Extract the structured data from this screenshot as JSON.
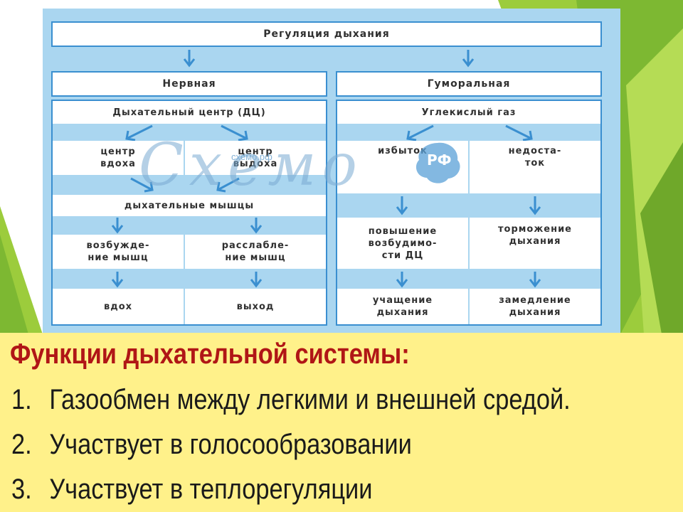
{
  "colors": {
    "green_light": "#9ccc3c",
    "green_dark": "#6fa82a",
    "diagram_bg": "#aad6f0",
    "box_border": "#3a8fd0",
    "arrow": "#3a8fd0",
    "yellow": "#fff18a",
    "title_red": "#b01616"
  },
  "diagram": {
    "title": "Регуляция дыхания",
    "left": {
      "heading": "Нервная",
      "center": "Дыхательный центр (ДЦ)",
      "inhale_center": "центр\nвдоха",
      "exhale_center": "центр\nвыдоха",
      "muscles": "дыхательные мышцы",
      "excite": "возбужде-\nние мышц",
      "relax": "расслабле-\nние мышц",
      "inhale": "вдох",
      "exhale": "выход"
    },
    "right": {
      "heading": "Гуморальная",
      "co2": "Углекислый газ",
      "excess": "избыток",
      "lack": "недоста-\nток",
      "increase": "повышение\nвозбудимо-\nсти ДЦ",
      "inhibit": "торможение\nдыхания",
      "faster": "учащение\nдыхания",
      "slower": "замедление\nдыхания"
    },
    "watermark": "Схемо",
    "watermark_url": "схемо.рф",
    "watermark_badge": "РФ"
  },
  "functions": {
    "title": "Функции дыхательной системы:",
    "items": [
      {
        "num": "1.",
        "text": "Газообмен между легкими и внешней средой."
      },
      {
        "num": "2.",
        "text": "Участвует в голосообразовании"
      },
      {
        "num": "3.",
        "text": "Участвует в теплорегуляции"
      }
    ]
  }
}
